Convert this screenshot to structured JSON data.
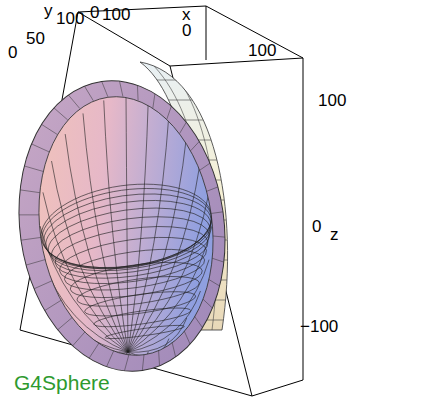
{
  "diagram": {
    "caption": "G4Sphere",
    "labels": [
      "0",
      "50",
      "y",
      "100",
      "0",
      "100",
      "x",
      "0",
      "100",
      "100",
      "0",
      "z",
      "−100"
    ]
  }
}
